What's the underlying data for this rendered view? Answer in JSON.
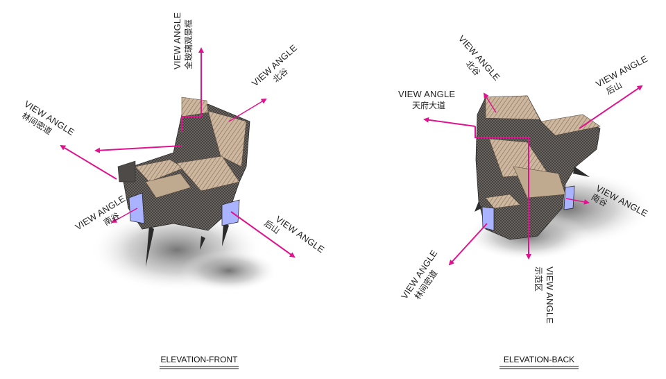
{
  "colors": {
    "arrow": "#e0128e",
    "glass": "#a9b3ff",
    "timber": "#c9b39c",
    "shadow": "#7a7a7a"
  },
  "front": {
    "caption": "ELEVATION-FRONT",
    "views": [
      {
        "va": "VIEW ANGLE",
        "cn": "全玻璃观景框"
      },
      {
        "va": "VIEW ANGLE",
        "cn": "北谷"
      },
      {
        "va": "VIEW ANGLE",
        "cn": "林间密道"
      },
      {
        "va": "VIEW ANGLE",
        "cn": "南谷"
      },
      {
        "va": "VIEW ANGLE",
        "cn": "后山"
      }
    ]
  },
  "back": {
    "caption": "ELEVATION-BACK",
    "views": [
      {
        "va": "VIEW ANGLE",
        "cn": "北谷"
      },
      {
        "va": "VIEW ANGLE",
        "cn": "天府大道"
      },
      {
        "va": "VIEW ANGLE",
        "cn": "后山"
      },
      {
        "va": "VIEW ANGLE",
        "cn": "南谷"
      },
      {
        "va": "VIEW ANGLE",
        "cn": "林间密道"
      },
      {
        "va": "VIEW ANGLE",
        "cn": "示范区"
      }
    ]
  }
}
